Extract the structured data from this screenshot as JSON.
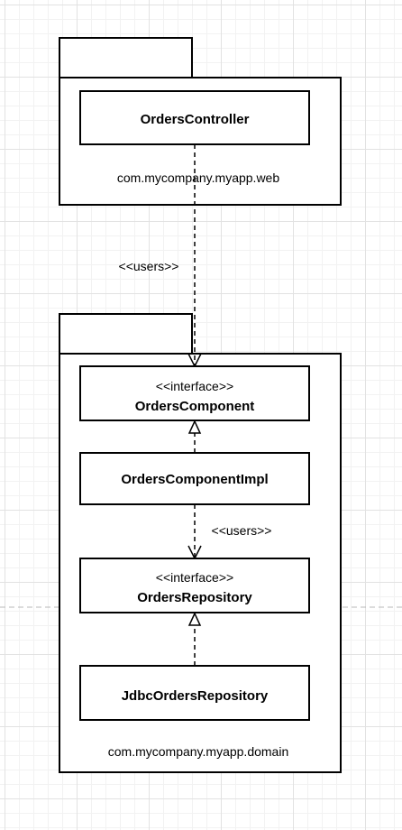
{
  "packages": {
    "web": {
      "name": "com.mycompany.myapp.web"
    },
    "domain": {
      "name": "com.mycompany.myapp.domain"
    }
  },
  "classes": {
    "orders_controller": {
      "name": "OrdersController"
    },
    "orders_component": {
      "stereotype": "<<interface>>",
      "name": "OrdersComponent"
    },
    "orders_component_impl": {
      "name": "OrdersComponentImpl"
    },
    "orders_repository": {
      "stereotype": "<<interface>>",
      "name": "OrdersRepository"
    },
    "jdbc_orders_repository": {
      "name": "JdbcOrdersRepository"
    }
  },
  "edges": {
    "controller_to_component": {
      "label": "<<users>>"
    },
    "impl_to_repository": {
      "label": "<<users>>"
    }
  }
}
